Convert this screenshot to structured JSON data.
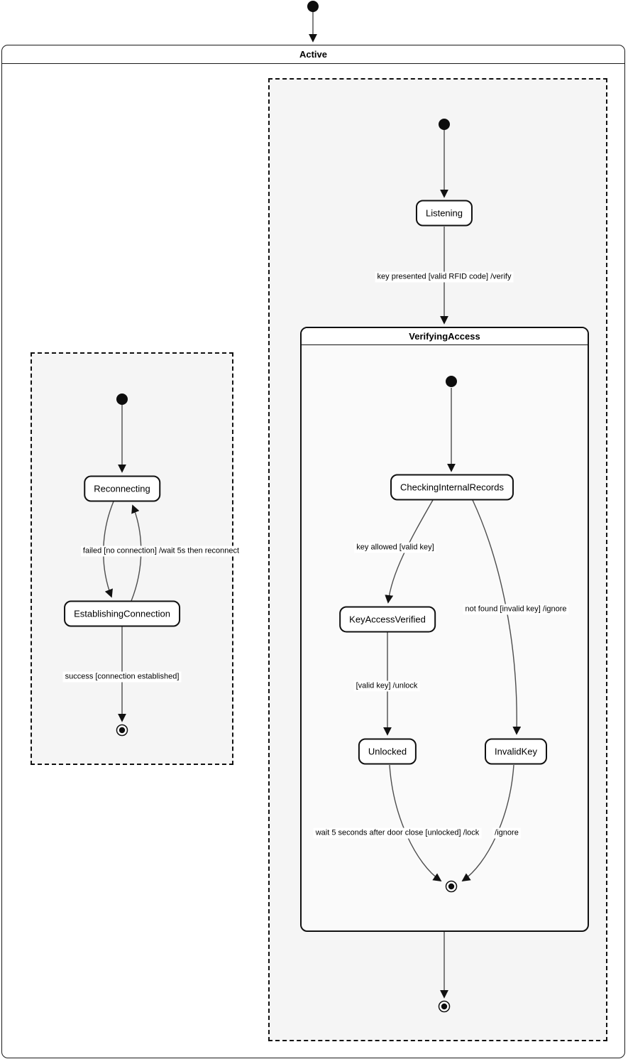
{
  "outer": {
    "title": "Active"
  },
  "left_region": {
    "states": {
      "reconnecting": "Reconnecting",
      "establishing_connection": "EstablishingConnection"
    },
    "labels": {
      "failed": "failed [no connection] /wait 5s then reconnect",
      "success": "success [connection established]"
    }
  },
  "right_region": {
    "states": {
      "listening": "Listening"
    },
    "labels": {
      "key_presented": "key presented [valid RFID code] /verify"
    },
    "verifying_access": {
      "title": "VerifyingAccess",
      "states": {
        "checking_internal_records": "CheckingInternalRecords",
        "key_access_verified": "KeyAccessVerified",
        "unlocked": "Unlocked",
        "invalid_key": "InvalidKey"
      },
      "labels": {
        "key_allowed": "key allowed [valid key]",
        "not_found": "not found [invalid key] /ignore",
        "valid_key_unlock": "[valid key] /unlock",
        "wait_lock": "wait 5 seconds after door close [unlocked] /lock",
        "ignore": "/ignore"
      }
    }
  },
  "colors": {
    "region_fill": "#f5f5f5",
    "composite_fill": "#fafafa",
    "node_fill": "#ffffff",
    "border": "#111111",
    "edge": "#4d4d4d",
    "arrowhead": "#111111"
  }
}
